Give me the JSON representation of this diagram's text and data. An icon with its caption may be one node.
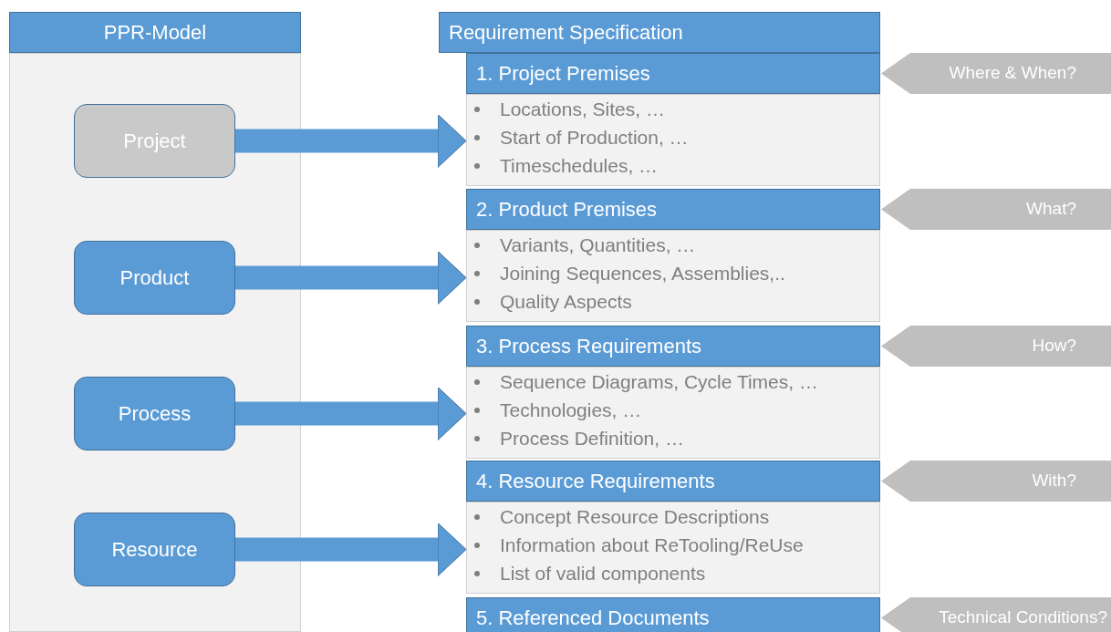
{
  "diagram": {
    "nodes": [
      {
        "text": [
          "PPR-Model"
        ]
      },
      {
        "text": [
          "Project"
        ],
        "in": 0
      },
      {
        "text": [
          "Product"
        ],
        "in": 0
      },
      {
        "text": [
          "Process"
        ],
        "in": 0
      },
      {
        "text": [
          "Resource"
        ],
        "in": 0
      },
      {
        "text": [
          "Requirement Specification"
        ]
      },
      {
        "text": [
          "1. Project Premises",
          "Locations, Sites, …",
          "Start of Production, …",
          "Timeschedules, …"
        ]
      },
      {
        "text": [
          "2. Product Premises",
          "Variants, Quantities, …",
          "Joining Sequences, Assemblies,..",
          "Quality Aspects"
        ]
      },
      {
        "text": [
          "3. Process Requirements",
          "Sequence Diagrams, Cycle Times, …",
          "Technologies, …",
          "Process Definition, …"
        ]
      },
      {
        "text": [
          "4. Resource Requirements",
          "Concept Resource Descriptions",
          "Information about ReTooling/ReUse",
          "List of valid components"
        ]
      },
      {
        "text": [
          "5. Referenced Documents"
        ]
      },
      {
        "text": [
          "Where & When?"
        ]
      },
      {
        "text": [
          "What?"
        ]
      },
      {
        "text": [
          "How?"
        ]
      },
      {
        "text": [
          "With?"
        ]
      },
      {
        "text": [
          "Technical Conditions?"
        ]
      }
    ],
    "edges": [
      {
        "from": 1,
        "to": 6,
        "arrow": "to"
      },
      {
        "from": 2,
        "to": 7,
        "arrow": "to"
      },
      {
        "from": 3,
        "to": 8,
        "arrow": "to"
      },
      {
        "from": 4,
        "to": 9,
        "arrow": "to"
      }
    ]
  }
}
